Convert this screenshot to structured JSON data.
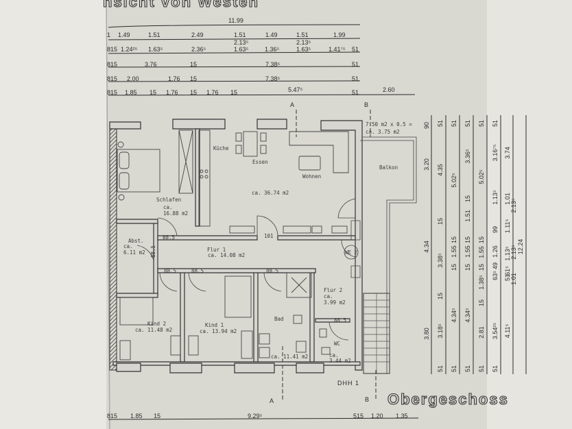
{
  "title": "nsicht von Westen",
  "floor_label": "Obergeschoss",
  "building_label": "DHH 1",
  "section_markers": {
    "a": "A",
    "b": "B"
  },
  "top_dims": {
    "row1": [
      "11.99"
    ],
    "row2": [
      "1",
      "1.49",
      "1.51",
      "2.49",
      "1.51",
      "1.49",
      "1.51",
      "1.99"
    ],
    "row3": [
      "815",
      "1.24²⁵",
      "1.63⁵",
      "2.36⁵",
      "2.13⁵",
      "1.63⁵",
      "1.36⁵",
      "2.13⁵",
      "1.63⁵",
      "1.41⁷⁵",
      "51"
    ],
    "row4": [
      "815",
      "3.76",
      "15",
      "7.38⁵",
      "51"
    ],
    "row5": [
      "815",
      "2.00",
      "1.76",
      "15",
      "7.38⁵",
      "51"
    ],
    "row6": [
      "815",
      "1.85",
      "15",
      "1.76",
      "15",
      "1.76",
      "15",
      "5.47⁵",
      "51",
      "2.60"
    ]
  },
  "bottom_dims": [
    "815",
    "1.85",
    "15",
    "9.29⁵",
    "515",
    "1.20",
    "1.35"
  ],
  "side_dims": {
    "c1": [
      "90",
      "3.20",
      "4.34",
      "3.80"
    ],
    "c2": [
      "51",
      "4.35",
      "15",
      "3.38⁵",
      "15",
      "3.18⁵",
      "51"
    ],
    "c3": [
      "51",
      "5.02⁵",
      "15",
      "1.55",
      "15",
      "4.34⁵",
      "51"
    ],
    "c4": [
      "51",
      "3.36⁵",
      "15",
      "1.51",
      "15",
      "1.55",
      "15",
      "4.34⁵",
      "51"
    ],
    "c5": [
      "51",
      "5.02⁵",
      "15",
      "1.55",
      "15",
      "1.38⁵",
      "15",
      "2.81",
      "51"
    ],
    "c6": [
      "51",
      "3.16⁷⁵",
      "1.13⁵",
      "99",
      "1.26",
      "49",
      "63⁵",
      "3.54²⁵",
      "51"
    ],
    "c7": [
      "3.74",
      "1.01",
      "2.13⁵",
      "1.11⁵",
      "1.13⁵",
      "2.13⁵",
      "61⁵",
      "51",
      "1.01",
      "4.11⁵"
    ],
    "c8": [
      "12.24"
    ]
  },
  "rooms": {
    "kueche": "Küche",
    "essen": "Essen",
    "wohnen": "Wohnen",
    "wohnen_area": "ca. 36.74 m2",
    "schlafen": "Schlafen",
    "schlafen_ca": "ca.",
    "schlafen_area": "16.88 m2",
    "abst": "Abst.",
    "abst_ca": "ca.",
    "abst_area": "6.11 m2",
    "flur1": "Flur 1",
    "flur1_area": "ca. 14.08 m2",
    "kind2": "Kind 2",
    "kind2_area": "ca. 11.48 m2",
    "kind1": "Kind 1",
    "kind1_area": "ca. 13.94 m2",
    "bad": "Bad",
    "bad_area": "ca. 11.41 m2",
    "flur2": "Flur 2",
    "flur2_ca": "ca.",
    "flur2_area": "3.99 m2",
    "wc": "WC",
    "wc_ca": "ca.",
    "wc_area": "3.44 m2",
    "balkon": "Balkon",
    "balkon_note1": "7.50 m2 x 0.5 =",
    "balkon_note2": "ca. 3.75 m2",
    "we2": "WE 2"
  },
  "door_dims": {
    "d1": "88.5",
    "d2": "101",
    "d3": "88.5",
    "d4": "88.5",
    "d5": "88.5",
    "d6": "88.5",
    "d7": "88.5"
  }
}
